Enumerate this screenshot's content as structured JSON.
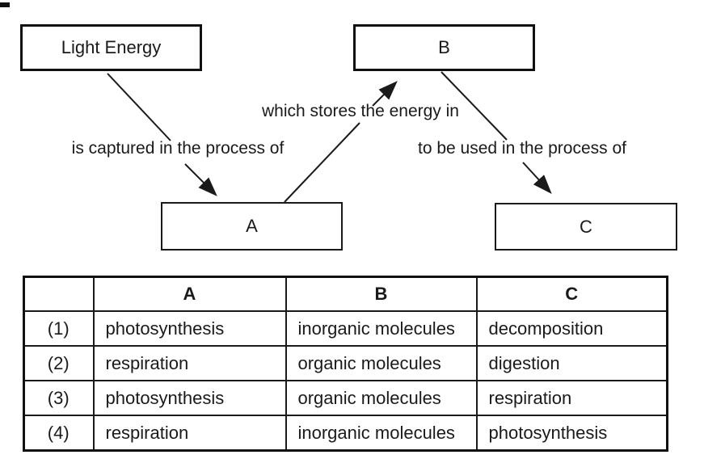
{
  "diagram": {
    "boxes": {
      "light_energy": "Light Energy",
      "a": "A",
      "b": "B",
      "c": "C"
    },
    "edge_labels": {
      "capture": "is captured in the process of",
      "store": "which stores the energy in",
      "use": "to be used in the process of"
    }
  },
  "table": {
    "headers": [
      "",
      "A",
      "B",
      "C"
    ],
    "rows": [
      [
        "(1)",
        "photosynthesis",
        "inorganic molecules",
        "decomposition"
      ],
      [
        "(2)",
        "respiration",
        "organic molecules",
        "digestion"
      ],
      [
        "(3)",
        "photosynthesis",
        "organic molecules",
        "respiration"
      ],
      [
        "(4)",
        "respiration",
        "inorganic molecules",
        "photosynthesis"
      ]
    ]
  },
  "colors": {
    "line": "#1a1a1a",
    "background": "#ffffff"
  }
}
